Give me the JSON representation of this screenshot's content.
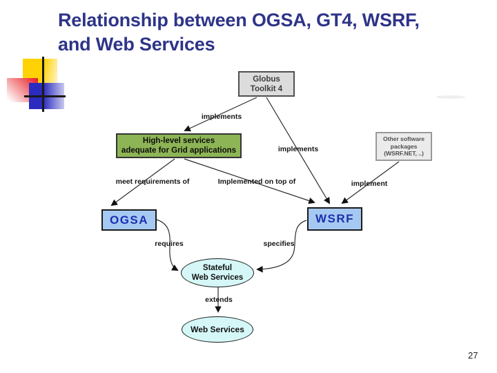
{
  "slide": {
    "title": [
      "Relationship between OGSA, GT4, WSRF,",
      "and Web Services"
    ],
    "page_number": "27"
  },
  "diagram": {
    "nodes": {
      "gt4": {
        "lines": [
          "Globus",
          "Toolkit 4"
        ]
      },
      "highlevel": {
        "lines": [
          "High-level services",
          "adequate for Grid applications"
        ]
      },
      "other": {
        "lines": [
          "Other software",
          "packages",
          "(WSRF.NET, ..)"
        ]
      },
      "ogsa": {
        "label": "OGSA"
      },
      "wsrf": {
        "label": "WSRF"
      },
      "stateful": {
        "lines": [
          "Stateful",
          "Web Services"
        ]
      },
      "webservices": {
        "label": "Web Services"
      }
    },
    "edges": [
      {
        "from": "globus-toolkit-4",
        "to": "high-level-services",
        "label": "implements"
      },
      {
        "from": "globus-toolkit-4",
        "to": "wsrf",
        "label": "implements"
      },
      {
        "from": "high-level-services",
        "to": "ogsa",
        "label": "meet requirements of"
      },
      {
        "from": "high-level-services",
        "to": "wsrf",
        "label": "Implemented on top of"
      },
      {
        "from": "other-software-packages",
        "to": "wsrf",
        "label": "implement"
      },
      {
        "from": "ogsa",
        "to": "stateful-web-services",
        "label": "requires"
      },
      {
        "from": "wsrf",
        "to": "stateful-web-services",
        "label": "specifies"
      },
      {
        "from": "stateful-web-services",
        "to": "web-services",
        "label": "extends"
      }
    ],
    "colors": {
      "title_text": "#2e3488",
      "gt4_fill": "#dcdcdc",
      "highlevel_fill": "#8db455",
      "other_fill": "#ebebeb",
      "ogsa_wsrf_fill": "#a6c9f2",
      "ellipse_fill": "#d5f7f7",
      "node_text_blue": "#1c2fae",
      "decor_yellow": "#ffd203",
      "decor_red": "#e8262d",
      "decor_blue": "#2b2bbf"
    }
  }
}
